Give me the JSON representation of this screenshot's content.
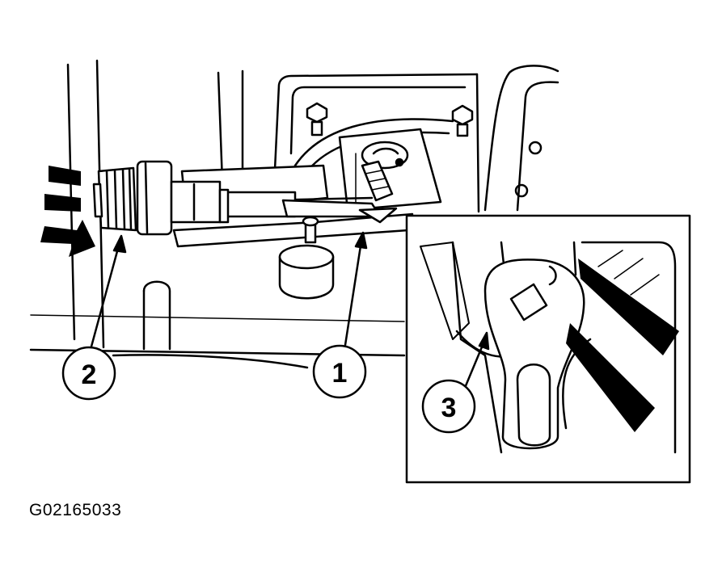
{
  "callouts": [
    {
      "id": "1",
      "label": "1"
    },
    {
      "id": "2",
      "label": "2"
    },
    {
      "id": "3",
      "label": "3"
    }
  ],
  "figure_code": "G02165033",
  "colors": {
    "ink": "#000000",
    "paper": "#ffffff"
  }
}
